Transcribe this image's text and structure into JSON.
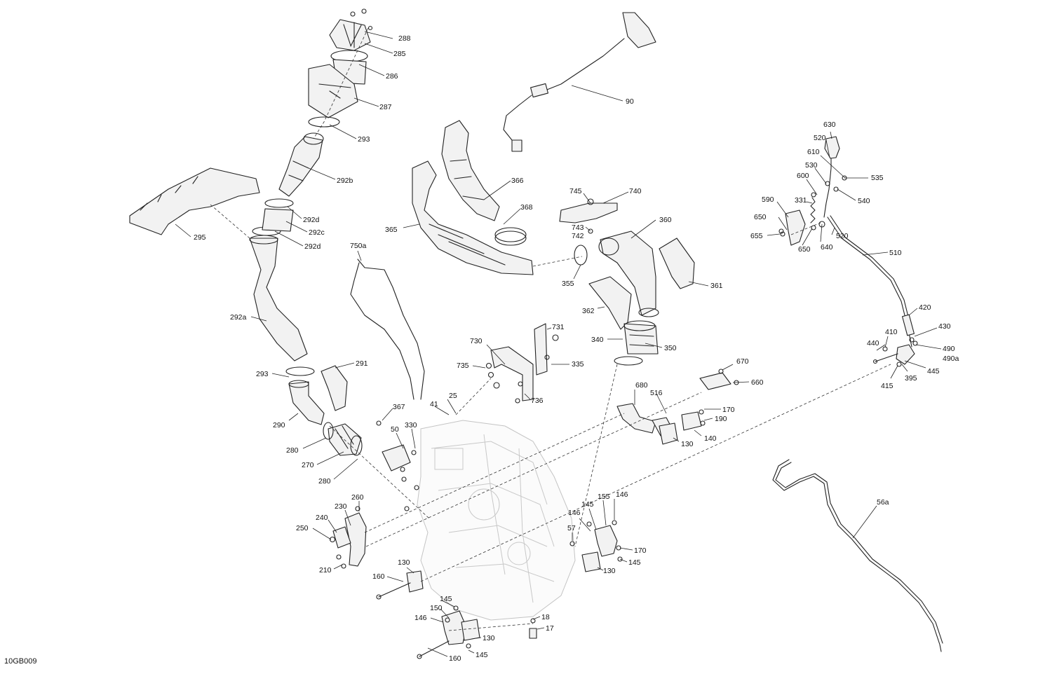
{
  "ref_code": "10GB009",
  "callouts": [
    {
      "id": "c288",
      "text": "288"
    },
    {
      "id": "c285",
      "text": "285"
    },
    {
      "id": "c286",
      "text": "286"
    },
    {
      "id": "c287",
      "text": "287"
    },
    {
      "id": "c293a",
      "text": "293"
    },
    {
      "id": "c292b",
      "text": "292b"
    },
    {
      "id": "c292d1",
      "text": "292d"
    },
    {
      "id": "c292c",
      "text": "292c"
    },
    {
      "id": "c292d2",
      "text": "292d"
    },
    {
      "id": "c295",
      "text": "295"
    },
    {
      "id": "c292a",
      "text": "292a"
    },
    {
      "id": "c293b",
      "text": "293"
    },
    {
      "id": "c291",
      "text": "291"
    },
    {
      "id": "c290",
      "text": "290"
    },
    {
      "id": "c280a",
      "text": "280"
    },
    {
      "id": "c270",
      "text": "270"
    },
    {
      "id": "c280b",
      "text": "280"
    },
    {
      "id": "c260",
      "text": "260"
    },
    {
      "id": "c230",
      "text": "230"
    },
    {
      "id": "c240",
      "text": "240"
    },
    {
      "id": "c250",
      "text": "250"
    },
    {
      "id": "c210",
      "text": "210"
    },
    {
      "id": "c160a",
      "text": "160"
    },
    {
      "id": "c130a",
      "text": "130"
    },
    {
      "id": "c145a",
      "text": "145"
    },
    {
      "id": "c150",
      "text": "150"
    },
    {
      "id": "c146a",
      "text": "146"
    },
    {
      "id": "c130b",
      "text": "130"
    },
    {
      "id": "c145b",
      "text": "145"
    },
    {
      "id": "c160b",
      "text": "160"
    },
    {
      "id": "c18",
      "text": "18"
    },
    {
      "id": "c17",
      "text": "17"
    },
    {
      "id": "c90",
      "text": "90"
    },
    {
      "id": "c366",
      "text": "366"
    },
    {
      "id": "c368",
      "text": "368"
    },
    {
      "id": "c365",
      "text": "365"
    },
    {
      "id": "c750a",
      "text": "750a"
    },
    {
      "id": "c745",
      "text": "745"
    },
    {
      "id": "c740",
      "text": "740"
    },
    {
      "id": "c743",
      "text": "743"
    },
    {
      "id": "c742",
      "text": "742"
    },
    {
      "id": "c360",
      "text": "360"
    },
    {
      "id": "c355",
      "text": "355"
    },
    {
      "id": "c361",
      "text": "361"
    },
    {
      "id": "c362",
      "text": "362"
    },
    {
      "id": "c340",
      "text": "340"
    },
    {
      "id": "c350",
      "text": "350"
    },
    {
      "id": "c731",
      "text": "731"
    },
    {
      "id": "c730",
      "text": "730"
    },
    {
      "id": "c735",
      "text": "735"
    },
    {
      "id": "c335",
      "text": "335"
    },
    {
      "id": "c736",
      "text": "736"
    },
    {
      "id": "c25",
      "text": "25"
    },
    {
      "id": "c41",
      "text": "41"
    },
    {
      "id": "c367",
      "text": "367"
    },
    {
      "id": "c50",
      "text": "50"
    },
    {
      "id": "c330",
      "text": "330"
    },
    {
      "id": "c670",
      "text": "670"
    },
    {
      "id": "c660",
      "text": "660"
    },
    {
      "id": "c680",
      "text": "680"
    },
    {
      "id": "c516",
      "text": "516"
    },
    {
      "id": "c170a",
      "text": "170"
    },
    {
      "id": "c190",
      "text": "190"
    },
    {
      "id": "c130c",
      "text": "130"
    },
    {
      "id": "c140",
      "text": "140"
    },
    {
      "id": "c155",
      "text": "155"
    },
    {
      "id": "c145c",
      "text": "145"
    },
    {
      "id": "c146b",
      "text": "146"
    },
    {
      "id": "c146c",
      "text": "146"
    },
    {
      "id": "c57",
      "text": "57"
    },
    {
      "id": "c170b",
      "text": "170"
    },
    {
      "id": "c145d",
      "text": "145"
    },
    {
      "id": "c130d",
      "text": "130"
    },
    {
      "id": "c630",
      "text": "630"
    },
    {
      "id": "c520a",
      "text": "520"
    },
    {
      "id": "c610",
      "text": "610"
    },
    {
      "id": "c530",
      "text": "530"
    },
    {
      "id": "c535",
      "text": "535"
    },
    {
      "id": "c600",
      "text": "600"
    },
    {
      "id": "c540",
      "text": "540"
    },
    {
      "id": "c331",
      "text": "331"
    },
    {
      "id": "c590",
      "text": "590"
    },
    {
      "id": "c650a",
      "text": "650"
    },
    {
      "id": "c655",
      "text": "655"
    },
    {
      "id": "c650b",
      "text": "650"
    },
    {
      "id": "c640",
      "text": "640"
    },
    {
      "id": "c520b",
      "text": "520"
    },
    {
      "id": "c510",
      "text": "510"
    },
    {
      "id": "c420",
      "text": "420"
    },
    {
      "id": "c430",
      "text": "430"
    },
    {
      "id": "c410",
      "text": "410"
    },
    {
      "id": "c440",
      "text": "440"
    },
    {
      "id": "c490",
      "text": "490"
    },
    {
      "id": "c490a",
      "text": "490a"
    },
    {
      "id": "c445",
      "text": "445"
    },
    {
      "id": "c415",
      "text": "415"
    },
    {
      "id": "c395",
      "text": "395"
    },
    {
      "id": "c56a",
      "text": "56a"
    }
  ]
}
